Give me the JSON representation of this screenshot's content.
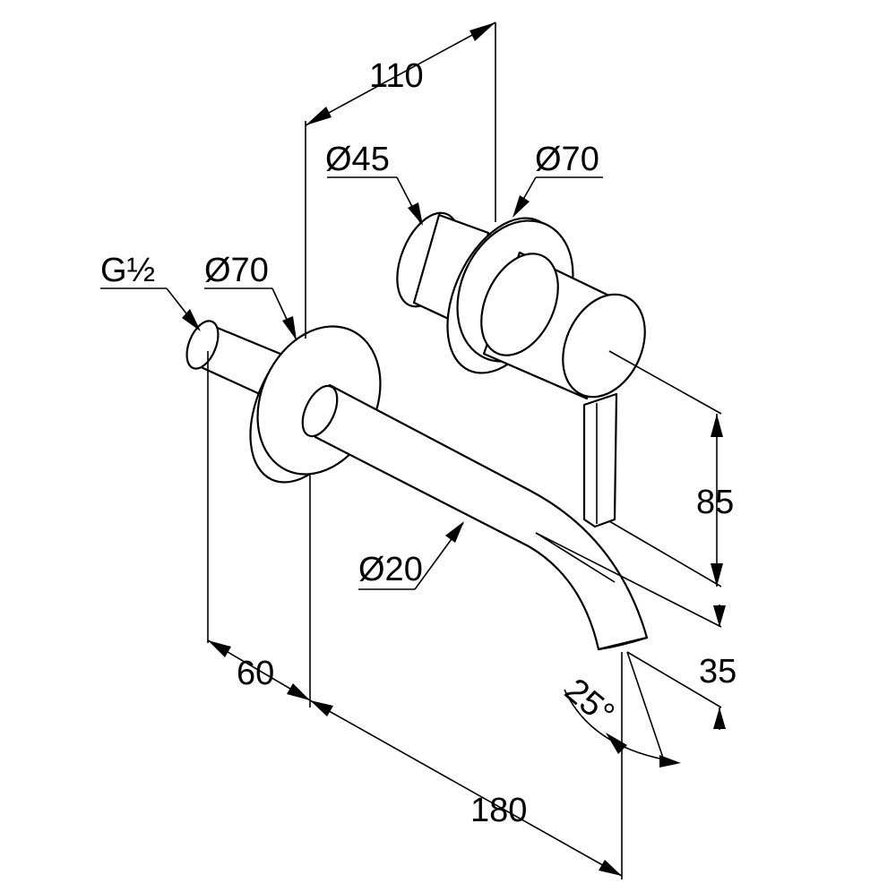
{
  "dimensions": {
    "projection_110": "110",
    "diameter_45": "Ø45",
    "diameter_70_valve": "Ø70",
    "thread": "G½",
    "diameter_70_spout": "Ø70",
    "diameter_20": "Ø20",
    "height_85": "85",
    "height_35": "35",
    "length_60": "60",
    "length_180": "180",
    "angle_25": "25°"
  }
}
